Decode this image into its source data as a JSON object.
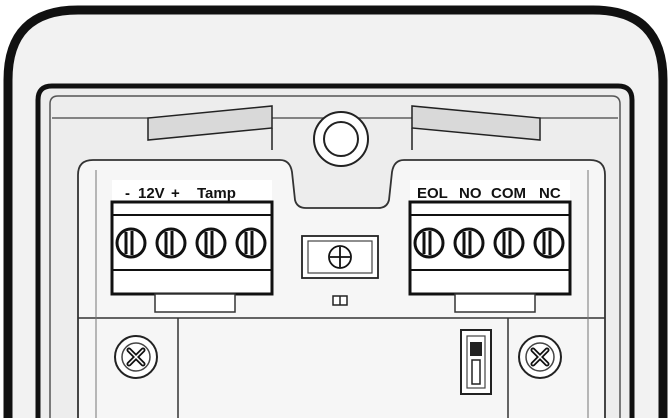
{
  "colors": {
    "outline": "#111111",
    "housing_fill": "#f2f2f2",
    "inner_fill": "#ededed",
    "shade": "#d9d9d9",
    "white": "#ffffff"
  },
  "left_block": {
    "terminals": [
      "-",
      "12V",
      "+",
      "Tamp"
    ],
    "screw_count": 4
  },
  "right_block": {
    "terminals": [
      "EOL",
      "NO",
      "COM",
      "NC"
    ],
    "screw_count": 4
  },
  "icons": {
    "center_screw": "pot-adjust-screw-icon",
    "left_mount": "mounting-screw-icon",
    "right_mount": "mounting-screw-icon",
    "top_hole": "mounting-hole-icon",
    "jumper": "jumper-icon",
    "led": "led-icon"
  }
}
